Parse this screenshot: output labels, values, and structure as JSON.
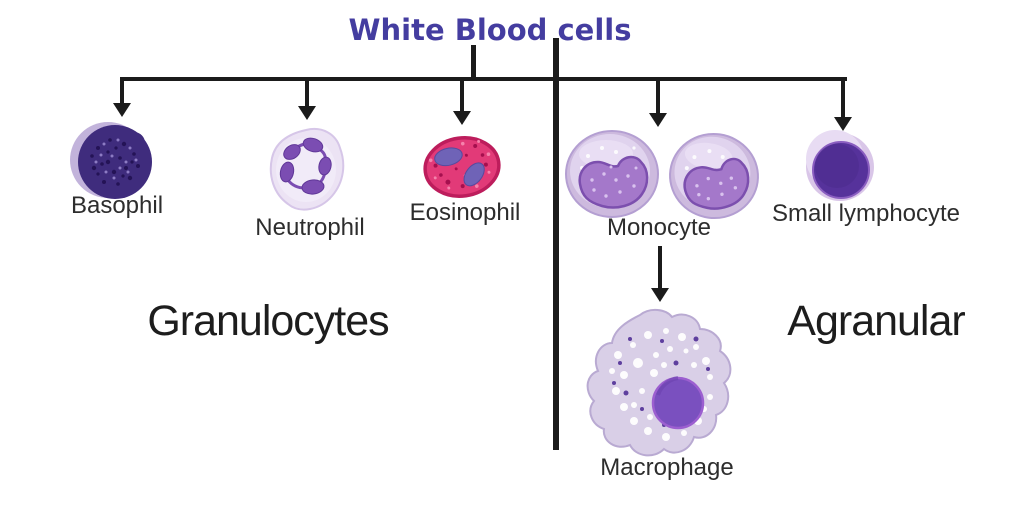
{
  "canvas": {
    "background": "#ffffff"
  },
  "title": {
    "text": "White Blood cells",
    "color": "#443da0"
  },
  "connector_color": "#1b1b1b",
  "group_labels": {
    "granulocytes": "Granulocytes",
    "agranular": "Agranular"
  },
  "cells": {
    "basophil": {
      "label": "Basophil",
      "body_color": "#3f2c7d",
      "halo_color": "#c2b3db",
      "speckle_dark": "#241356",
      "speckle_light": "#8d7cc4"
    },
    "neutrophil": {
      "label": "Neutrophil",
      "body_color": "#ece3f4",
      "body_edge": "#d6c6e8",
      "nucleus_color": "#7b4db2"
    },
    "eosinophil": {
      "label": "Eosinophil",
      "body_color": "#e23a78",
      "body_edge": "#bd1d5c",
      "nucleus_color": "#6f63b7"
    },
    "monocyte": {
      "label": "Monocyte",
      "body_color": "#cdbade",
      "inner_color": "#e0d3ee",
      "nucleus_color": "#a478ca",
      "nucleus_edge": "#7c4fae"
    },
    "small_lymphocyte": {
      "label": "Small lymphocyte",
      "body_color": "#d9c6e8",
      "nucleus_color": "#56329b",
      "nucleus_edge": "#8a5ec0"
    },
    "macrophage": {
      "label": "Macrophage",
      "body_color": "#d9cfe7",
      "body_edge": "#b9aad2",
      "nucleus_color": "#7a50bf",
      "nucleus_edge": "#9c5fd0"
    }
  }
}
